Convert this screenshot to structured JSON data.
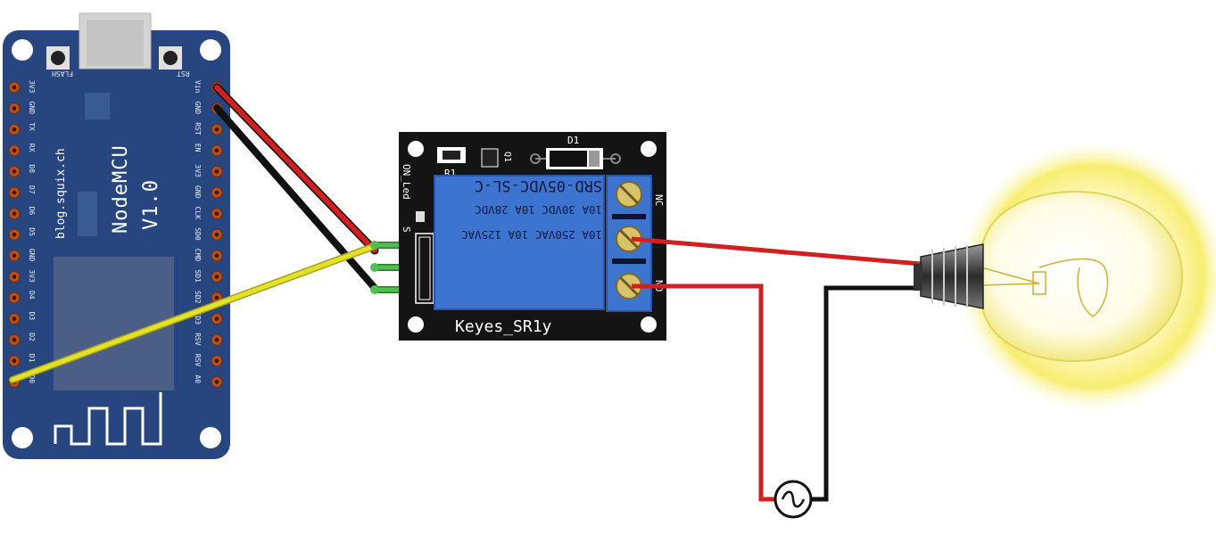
{
  "nodemcu": {
    "title": "NodeMCU",
    "version": "V1.0",
    "site": "blog.squix.ch",
    "button_flash": "FLASH",
    "button_rst": "RST",
    "left_pins": [
      "3V3",
      "GND",
      "TX",
      "RX",
      "D8",
      "D7",
      "D6",
      "D5",
      "GND",
      "3V3",
      "D4",
      "D3",
      "D2",
      "D1",
      "D0"
    ],
    "right_pins": [
      "Vin",
      "GND",
      "RST",
      "EN",
      "3V3",
      "GND",
      "CLK",
      "SD0",
      "CMD",
      "SD1",
      "SD2",
      "SD3",
      "RSV",
      "RSV",
      "A0"
    ]
  },
  "relay": {
    "model": "SRD-05VDC-SL-C",
    "rating_1": "10A 250VAC  10A 125VAC",
    "rating_2": "10A  30VDC  10A  28VDC",
    "brand": "Keyes_SR1y",
    "label_r1": "R1",
    "label_q1": "Q1",
    "label_d1": "D1",
    "label_on_led": "ON_Led",
    "label_s": "S",
    "label_nc": "NC",
    "label_no": "NO"
  },
  "colors": {
    "board_blue": "#27457f",
    "relay_body": "#3d74d0",
    "wire_red": "#d21f1f",
    "wire_black": "#111111",
    "wire_yellow": "#e4e12a",
    "bulb_glow": "#f5ea4a"
  }
}
